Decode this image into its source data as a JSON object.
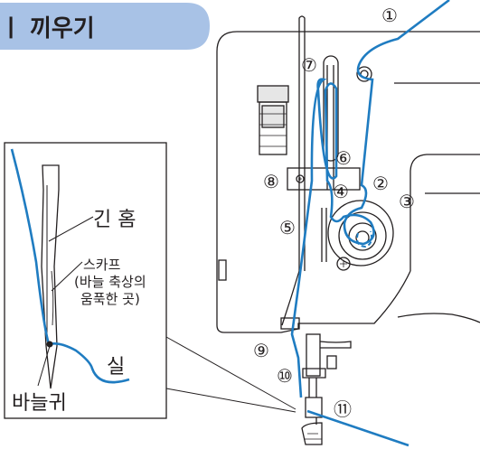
{
  "header": {
    "title_fragment": "ㅣ 끼우기",
    "fill": "#a8c2e6"
  },
  "colors": {
    "thread": "#1f7cc1",
    "line": "#231f20",
    "bg": "#ffffff",
    "shade": "#e6e6e6"
  },
  "callouts": [
    "①",
    "②",
    "③",
    "④",
    "⑤",
    "⑥",
    "⑦",
    "⑧",
    "⑨",
    "⑩",
    "⑪"
  ],
  "inset": {
    "labels": {
      "long_groove": "긴 홈",
      "scarf_line1": "스카프",
      "scarf_line2": "(바늘 축상의",
      "scarf_line3": "움푹한 곳)",
      "thread": "실",
      "needle_eye": "바늘귀"
    }
  }
}
